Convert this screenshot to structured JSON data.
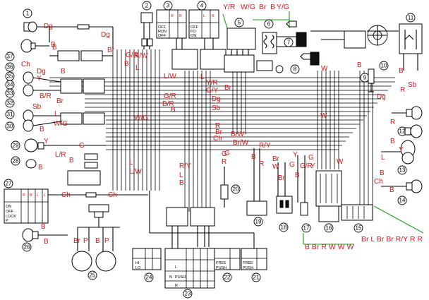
{
  "diagram": {
    "components": [
      "1",
      "2",
      "3",
      "4",
      "5",
      "6",
      "7",
      "8",
      "9",
      "10",
      "11",
      "12",
      "13",
      "14",
      "15",
      "16",
      "17",
      "18",
      "19",
      "20",
      "21",
      "22",
      "23",
      "24",
      "25",
      "26",
      "27",
      "28",
      "29",
      "30",
      "31",
      "32",
      "33",
      "34",
      "35",
      "36",
      "37"
    ],
    "labels": {
      "c1_dg": "Dg",
      "c1_b": "B",
      "c1_dg2": "Dg",
      "c37_br": "Br",
      "c37_gr": "G/R",
      "c37_b": "B",
      "c37_l": "L",
      "c36_ch": "Ch",
      "c35_dg": "Dg",
      "c34_y": "Y",
      "c35_b": "B",
      "c34_br": "Br",
      "c33_br": "B/R",
      "c32_sb": "Sb",
      "c31_l": "L",
      "c30_wg": "W/G",
      "c30_b": "B",
      "c29_y": "Y",
      "c29_g": "G",
      "c28_lr": "L/R",
      "c28_b": "B",
      "c28_b2": "B",
      "c27_ch": "Ch",
      "c27_ch2": "Ch",
      "c26_b": "B",
      "c26_b2": "B",
      "mid_lw": "L/W",
      "mid_gr": "G/R",
      "mid_br": "B/R",
      "mid_b": "B",
      "mid_wg": "W/G",
      "mid_l": "L",
      "mid_rw": "R/W",
      "mid_ry": "R/Y",
      "mid_l2": "L",
      "mid_b2": "B",
      "mid_lw2": "L/W",
      "top_yr": "Y/R",
      "top_wg": "W/G",
      "top_br": "Br",
      "top_b": "B",
      "top_yg": "Y/G",
      "r_l": "L",
      "r_yr": "Y/R",
      "r_gy": "G/Y",
      "r_br": "Br",
      "r_dg": "Dg",
      "r_sb": "Sb",
      "r_r": "R",
      "r_br2": "Br",
      "r_bw": "B/W",
      "r_brw": "Br/W",
      "r_ch": "Ch",
      "r_ry": "R/Y",
      "r_g": "G",
      "r_r2": "R",
      "r_b": "B",
      "c20_gr": "G",
      "c20_r": "R",
      "c19_b": "B",
      "c19_r": "R",
      "c18_br": "Br",
      "c18_w": "W",
      "c17_g": "G",
      "c17_y": "Y",
      "c17_gr": "G/R",
      "c17_b": "B",
      "c17_y2": "Y",
      "c17_g2": "G",
      "c16_w": "W",
      "c16_w2": "W",
      "c9_w": "W",
      "c9_b": "B",
      "c11_b": "B",
      "c11_r": "R",
      "c11_sb": "Sb",
      "c11_dg": "Dg",
      "c12_r": "R",
      "c13_y": "Y",
      "c13_b": "B",
      "c13_l": "L",
      "c14_ch": "Ch",
      "c14_b": "B",
      "c14_b2": "B",
      "c16_codes": "B Br R W W W",
      "c15_codes": "Br L Br Br R/Y R R",
      "c25_br": "Br",
      "c25_p": "P",
      "c25_b": "B",
      "c25_p2": "P",
      "c24_hi": "HI",
      "c24_lo": "LO",
      "c23_l": "L",
      "c23_n": "N",
      "c23_r": "R",
      "c23_push": "PUSH",
      "c22_free": "FREE",
      "c22_push": "PUSH",
      "c21_free": "FREE",
      "c21_push": "PUSH",
      "c3_off": "OFF",
      "c3_run": "RUN",
      "c3_off2": "OFF",
      "c4_off": "OFF",
      "c4_fo": "FO",
      "c4_on": "ON",
      "c27_on": "ON",
      "c27_off": "OFF",
      "c27_lock": "LOCK",
      "c27_p": "P"
    }
  }
}
